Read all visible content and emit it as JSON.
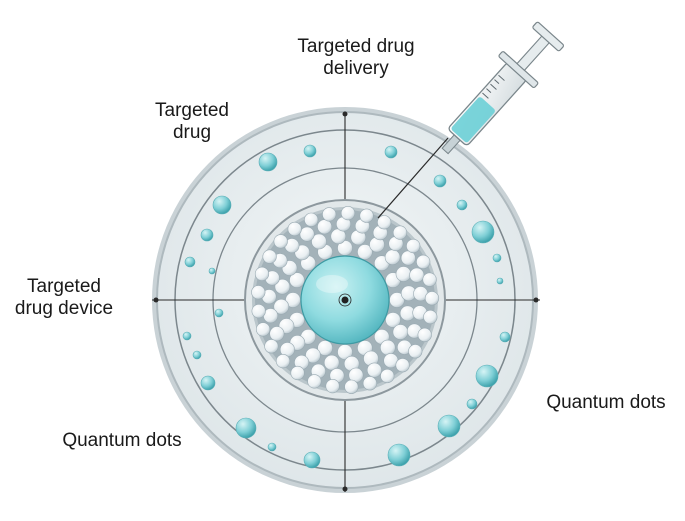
{
  "labels": {
    "targeted_drug_delivery": "Targeted drug\ndelivery",
    "targeted_drug": "Targeted\ndrug",
    "targeted_drug_device": "Targeted\ndrug device",
    "quantum_dots_right": "Quantum dots",
    "quantum_dots_left": "Quantum dots"
  },
  "colors": {
    "disc_fill": "#e9eef0",
    "disc_edge": "#b9c4c8",
    "ring_line": "#6f7a80",
    "dot_teal": "#7fcfd6",
    "core_teal": "#8fdbe0",
    "particle_white": "#f6f8f9",
    "axis_line": "#2a2a2a",
    "syringe_liquid": "#6ccfd6"
  },
  "icons": {
    "syringe": "syringe-icon",
    "core": "drug-core-icon"
  }
}
